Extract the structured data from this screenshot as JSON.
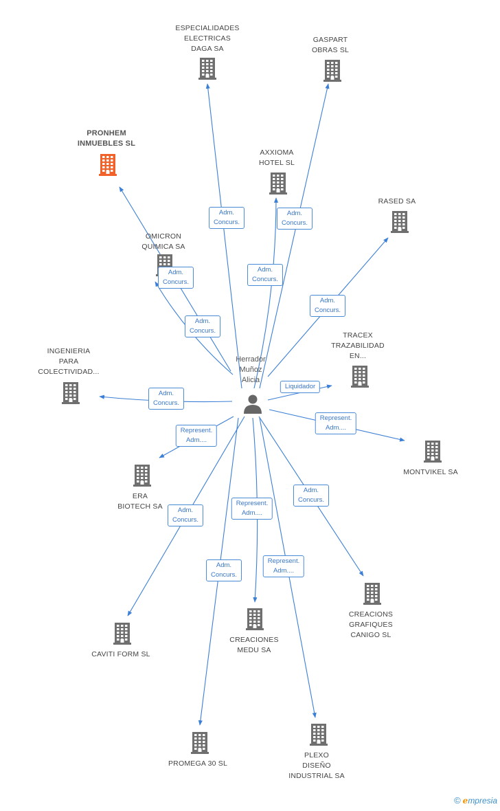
{
  "person": {
    "lines": [
      "Herrador",
      "Muñoz",
      "Alicia"
    ]
  },
  "colors": {
    "edge": "#3b7fd6",
    "building": "#6f6f6f",
    "highlight": "#f0622a",
    "person": "#666666"
  },
  "companies": [
    {
      "id": "especialidades",
      "lines": [
        "ESPECIALIDADES",
        "ELECTRICAS",
        "DAGA SA"
      ],
      "icon": "building-icon",
      "highlight": false
    },
    {
      "id": "gaspart",
      "lines": [
        "GASPART",
        "OBRAS SL"
      ],
      "icon": "building-icon",
      "highlight": false
    },
    {
      "id": "pronhem",
      "lines": [
        "PRONHEM",
        "INMUEBLES SL"
      ],
      "icon": "building-icon",
      "highlight": true
    },
    {
      "id": "axxioma",
      "lines": [
        "AXXIOMA",
        "HOTEL SL"
      ],
      "icon": "building-icon",
      "highlight": false
    },
    {
      "id": "rased",
      "lines": [
        "RASED SA"
      ],
      "icon": "building-icon",
      "highlight": false
    },
    {
      "id": "omicron",
      "lines": [
        "OMICRON",
        "QUIMICA SA"
      ],
      "icon": "building-icon",
      "highlight": false
    },
    {
      "id": "tracex",
      "lines": [
        "TRACEX",
        "TRAZABILIDAD",
        "EN..."
      ],
      "icon": "building-icon",
      "highlight": false
    },
    {
      "id": "ingenieria",
      "lines": [
        "INGENIERIA",
        "PARA",
        "COLECTIVIDAD..."
      ],
      "icon": "building-icon",
      "highlight": false
    },
    {
      "id": "montvikel",
      "lines": [
        "MONTVIKEL SA"
      ],
      "icon": "building-icon",
      "highlight": false
    },
    {
      "id": "era",
      "lines": [
        "ERA",
        "BIOTECH SA"
      ],
      "icon": "building-icon",
      "highlight": false
    },
    {
      "id": "creacions",
      "lines": [
        "CREACIONS",
        "GRAFIQUES",
        "CANIGO SL"
      ],
      "icon": "building-icon",
      "highlight": false
    },
    {
      "id": "caviti",
      "lines": [
        "CAVITI FORM SL"
      ],
      "icon": "building-icon",
      "highlight": false
    },
    {
      "id": "creaciones",
      "lines": [
        "CREACIONES",
        "MEDU SA"
      ],
      "icon": "building-icon",
      "highlight": false
    },
    {
      "id": "promega",
      "lines": [
        "PROMEGA 30 SL"
      ],
      "icon": "building-icon",
      "highlight": false
    },
    {
      "id": "plexo",
      "lines": [
        "PLEXO",
        "DISEÑO",
        "INDUSTRIAL SA"
      ],
      "icon": "building-icon",
      "highlight": false
    }
  ],
  "edges": [
    {
      "to": "especialidades",
      "lines": [
        "Adm.",
        "Concurs."
      ]
    },
    {
      "to": "gaspart",
      "lines": [
        "Adm.",
        "Concurs."
      ]
    },
    {
      "to": "axxioma",
      "lines": [
        "Adm.",
        "Concurs."
      ]
    },
    {
      "to": "pronhem",
      "lines": [
        "Adm.",
        "Concurs."
      ]
    },
    {
      "to": "omicron",
      "lines": [
        "Adm.",
        "Concurs."
      ]
    },
    {
      "to": "rased",
      "lines": [
        "Adm.",
        "Concurs."
      ]
    },
    {
      "to": "tracex",
      "lines": [
        "Liquidador"
      ]
    },
    {
      "to": "ingenieria",
      "lines": [
        "Adm.",
        "Concurs."
      ]
    },
    {
      "to": "montvikel",
      "lines": [
        "Represent.",
        "Adm...."
      ]
    },
    {
      "to": "era",
      "lines": [
        "Represent.",
        "Adm...."
      ]
    },
    {
      "to": "creacions",
      "lines": [
        "Adm.",
        "Concurs."
      ]
    },
    {
      "to": "caviti",
      "lines": [
        "Adm.",
        "Concurs."
      ]
    },
    {
      "to": "creaciones",
      "lines": [
        "Represent.",
        "Adm...."
      ]
    },
    {
      "to": "promega",
      "lines": [
        "Adm.",
        "Concurs."
      ]
    },
    {
      "to": "plexo",
      "lines": [
        "Represent.",
        "Adm...."
      ]
    }
  ],
  "footer": {
    "copyright": "©",
    "brand_e": "e",
    "brand_rest": "mpresia"
  }
}
